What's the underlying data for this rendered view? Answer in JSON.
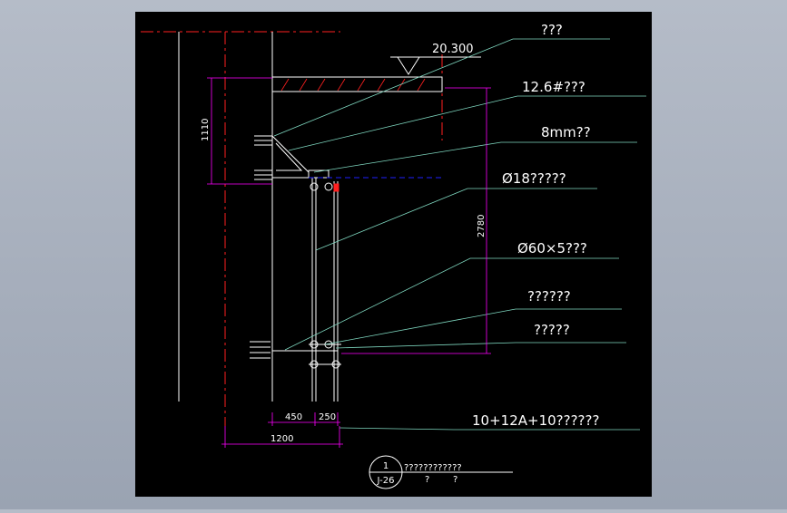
{
  "drawing": {
    "elevation": "20.300",
    "callouts": [
      {
        "id": "c1",
        "label": "???"
      },
      {
        "id": "c2",
        "label": "12.6#???"
      },
      {
        "id": "c3",
        "label": "8mm??"
      },
      {
        "id": "c4",
        "label": "Ø18?????"
      },
      {
        "id": "c5",
        "label": "Ø60×5???"
      },
      {
        "id": "c6",
        "label": "??????"
      },
      {
        "id": "c7",
        "label": "?????"
      },
      {
        "id": "c8",
        "label": "10+12A+10??????"
      }
    ],
    "dimensions": {
      "d1110": "1110",
      "d2780": "2780",
      "d450": "450",
      "d250": "250",
      "d1200": "1200"
    },
    "title_block": {
      "number": "1",
      "sheet": "J-26",
      "title": "????????????",
      "sub1": "?",
      "sub2": "?"
    }
  },
  "colors": {
    "background": "#000000",
    "structure": "#ffffff",
    "axis": "#ff2020",
    "dimension": "#ff00ff",
    "leader": "#7fd8c0",
    "callout_text": "#ffffff",
    "hidden_line": "#2020ff"
  }
}
